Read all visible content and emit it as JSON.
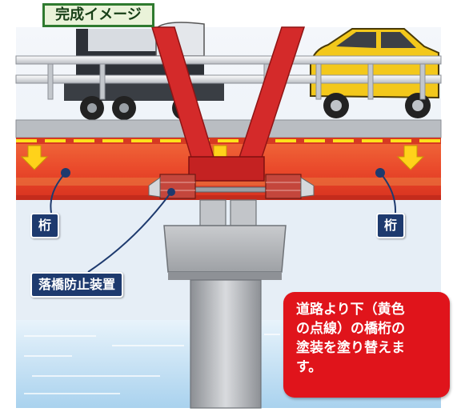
{
  "title_badge": "完成イメージ",
  "labels": {
    "girder_left": "桁",
    "girder_right": "桁",
    "fall_prevention_device": "落橋防止装置"
  },
  "note": {
    "line1": "道路より下（黄色",
    "line2": "の点線）の橋桁の",
    "line3": "塗装を塗り替えま",
    "line4": "す。"
  },
  "colors": {
    "girder": "#e8402a",
    "dashed_line": "#ffe11a",
    "arrow": "#ffd21a",
    "brace": "#d42a2a",
    "note_bg": "#e0141b",
    "label_bg": "#1e3a6e",
    "water": "#cfe6f5"
  }
}
